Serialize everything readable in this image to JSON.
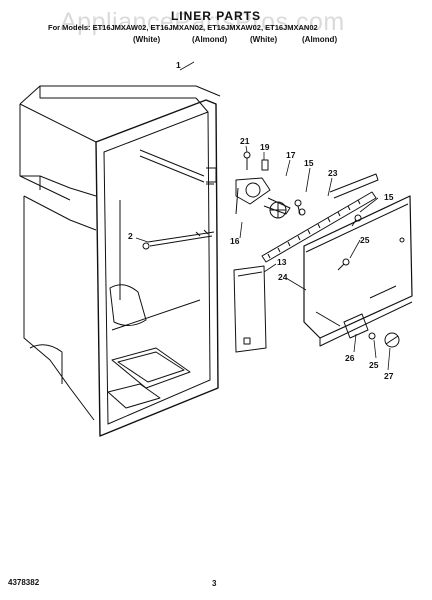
{
  "watermark": "AppliancePartsPros.com",
  "title": "LINER PARTS",
  "models_line": "For Models: ET16JMXAW02, ET16JMXAN02, ET16JMXAW02, ET16JMXAN02",
  "colors": [
    "(White)",
    "(Almond)",
    "(White)",
    "(Almond)"
  ],
  "callouts": {
    "c1": "1",
    "c2": "2",
    "c21": "21",
    "c19": "19",
    "c17": "17",
    "c15a": "15",
    "c23": "23",
    "c15b": "15",
    "c25a": "25",
    "c16": "16",
    "c13": "13",
    "c24": "24",
    "c26": "26",
    "c25b": "25",
    "c27": "27"
  },
  "footer": {
    "part_number": "4378382",
    "page_number": "3"
  }
}
